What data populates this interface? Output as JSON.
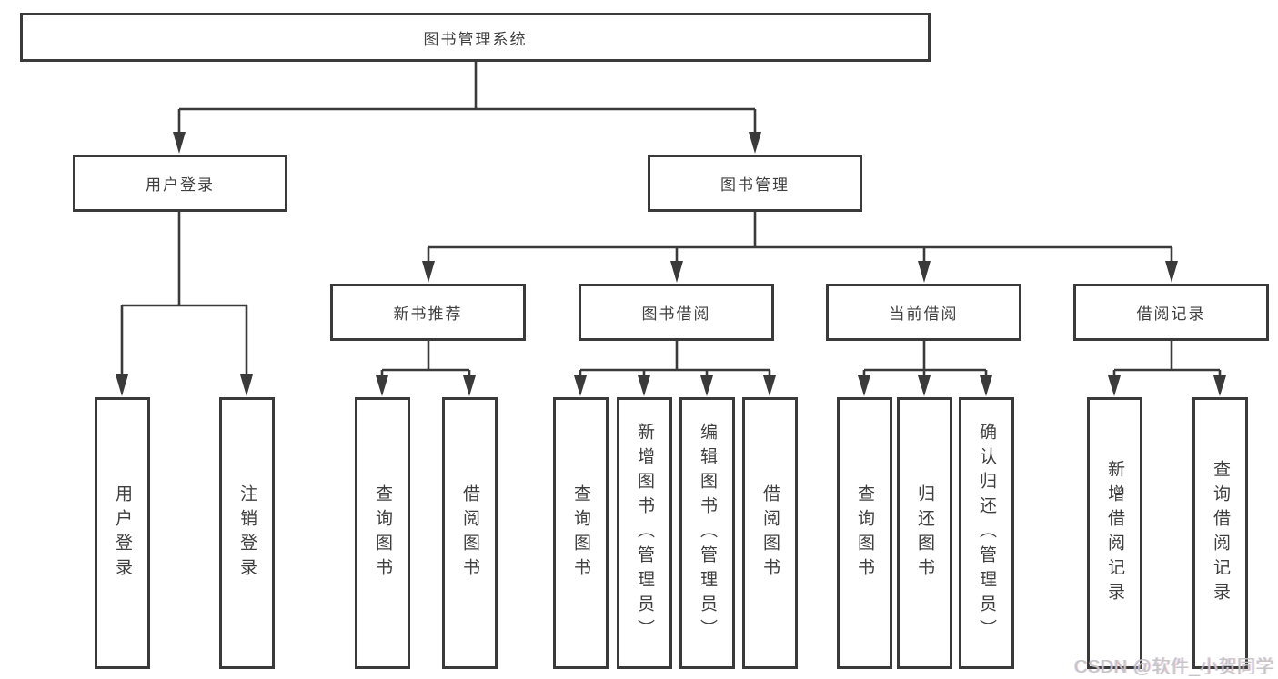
{
  "diagram": {
    "root": "图书管理系统",
    "level1": {
      "user_login": "用户登录",
      "book_mgmt": "图书管理"
    },
    "level2": [
      "新书推荐",
      "图书借阅",
      "当前借阅",
      "借阅记录"
    ],
    "leaves": {
      "user_login": [
        "用户登录",
        "注销登录"
      ],
      "new_books": [
        "查询图书",
        "借阅图书"
      ],
      "book_borrow": [
        "查询图书",
        "新增图书（管理员）",
        "编辑图书（管理员）",
        "借阅图书"
      ],
      "current_borrow": [
        "查询图书",
        "归还图书",
        "确认归还（管理员）"
      ],
      "borrow_records": [
        "新增借阅记录",
        "查询借阅记录"
      ]
    }
  },
  "watermark": "CSDN @软件_小贺同学",
  "colors": {
    "line": "#3a3a3a",
    "text": "#3f3f3f",
    "background": "#ffffff",
    "watermark": "#c6c5c5"
  }
}
